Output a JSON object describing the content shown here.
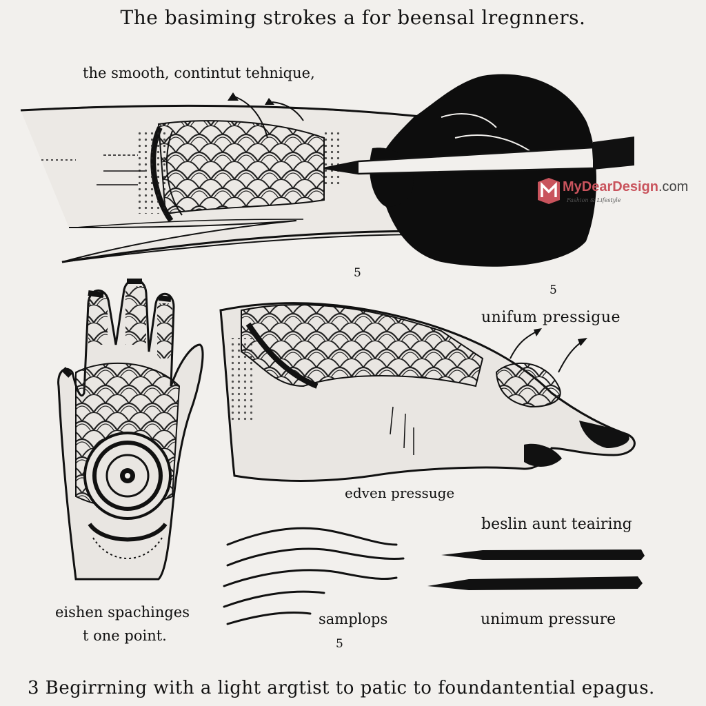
{
  "title": "The basiming strokes a for beensal lregnners.",
  "labels": {
    "top_technique": "the smooth, contintut tehnique,",
    "uniform_pressure": "unifum pressigue",
    "even_pressure": "edven pressuge",
    "beslin": "beslin aunt teairing",
    "eishen_line1": "eishen spachinges",
    "eishen_line2": "t one point.",
    "samplops": "samplops",
    "unimum": "unimum pressure"
  },
  "numbers": {
    "n1": "5",
    "n2": "5",
    "n3": "5"
  },
  "footer": "3  Begirrning with a light  argtist to  patic  to  foundantential  epagus.",
  "logo": {
    "brand": "MyDear",
    "rest": "Design",
    "tld": ".com",
    "tagline": "Fashion & Lifestyle",
    "accent": "#c9545d"
  }
}
